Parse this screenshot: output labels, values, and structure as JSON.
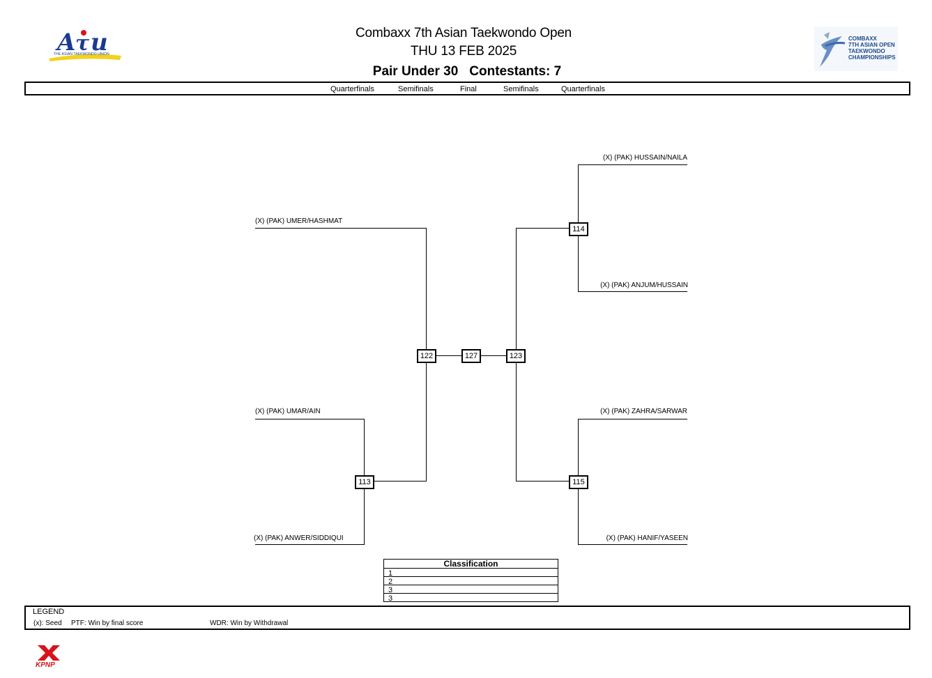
{
  "header": {
    "event_title": "Combaxx 7th Asian Taekwondo Open",
    "date": "THU 13 FEB 2025",
    "category": "Pair Under 30",
    "contestants": "Contestants: 7"
  },
  "logos": {
    "atu": {
      "mark": "ATU",
      "tagline": "THE ASIAN TAEKWONDO UNION"
    },
    "event": {
      "lines": [
        "COMBAXX",
        "7TH ASIAN OPEN",
        "TAEKWONDO",
        "CHAMPIONSHIPS"
      ]
    },
    "sponsor": {
      "text": "KPNP"
    }
  },
  "rounds": [
    "Quarterfinals",
    "Semifinals",
    "Final",
    "Semifinals",
    "Quarterfinals"
  ],
  "bracket": {
    "left": {
      "top_entry": "(X) (PAK) UMER/HASHMAT",
      "qf_entries": [
        "(X) (PAK) UMAR/AIN",
        "(X) (PAK) ANWER/SIDDIQUI"
      ]
    },
    "right": {
      "qf_top_entries": [
        "(X) (PAK) HUSSAIN/NAILA",
        "(X) (PAK) ANJUM/HUSSAIN"
      ],
      "qf_bottom_entries": [
        "(X) (PAK) ZAHRA/SARWAR",
        "(X) (PAK) HANIF/YASEEN"
      ]
    },
    "matches": {
      "m113": "113",
      "m114": "114",
      "m115": "115",
      "m122": "122",
      "m123": "123",
      "m127": "127"
    }
  },
  "classification": {
    "title": "Classification",
    "places": [
      "1",
      "2",
      "3",
      "3"
    ]
  },
  "legend": {
    "title": "LEGEND",
    "items": [
      "(x): Seed",
      "PTF: Win by final score",
      "WDR: Win by Withdrawal"
    ]
  },
  "colors": {
    "atu_blue": "#1a3c8f",
    "atu_red": "#d7141a",
    "atu_yellow": "#f2d21b",
    "event_blue": "#1f4a8c",
    "kpnp_red": "#d7141a"
  }
}
